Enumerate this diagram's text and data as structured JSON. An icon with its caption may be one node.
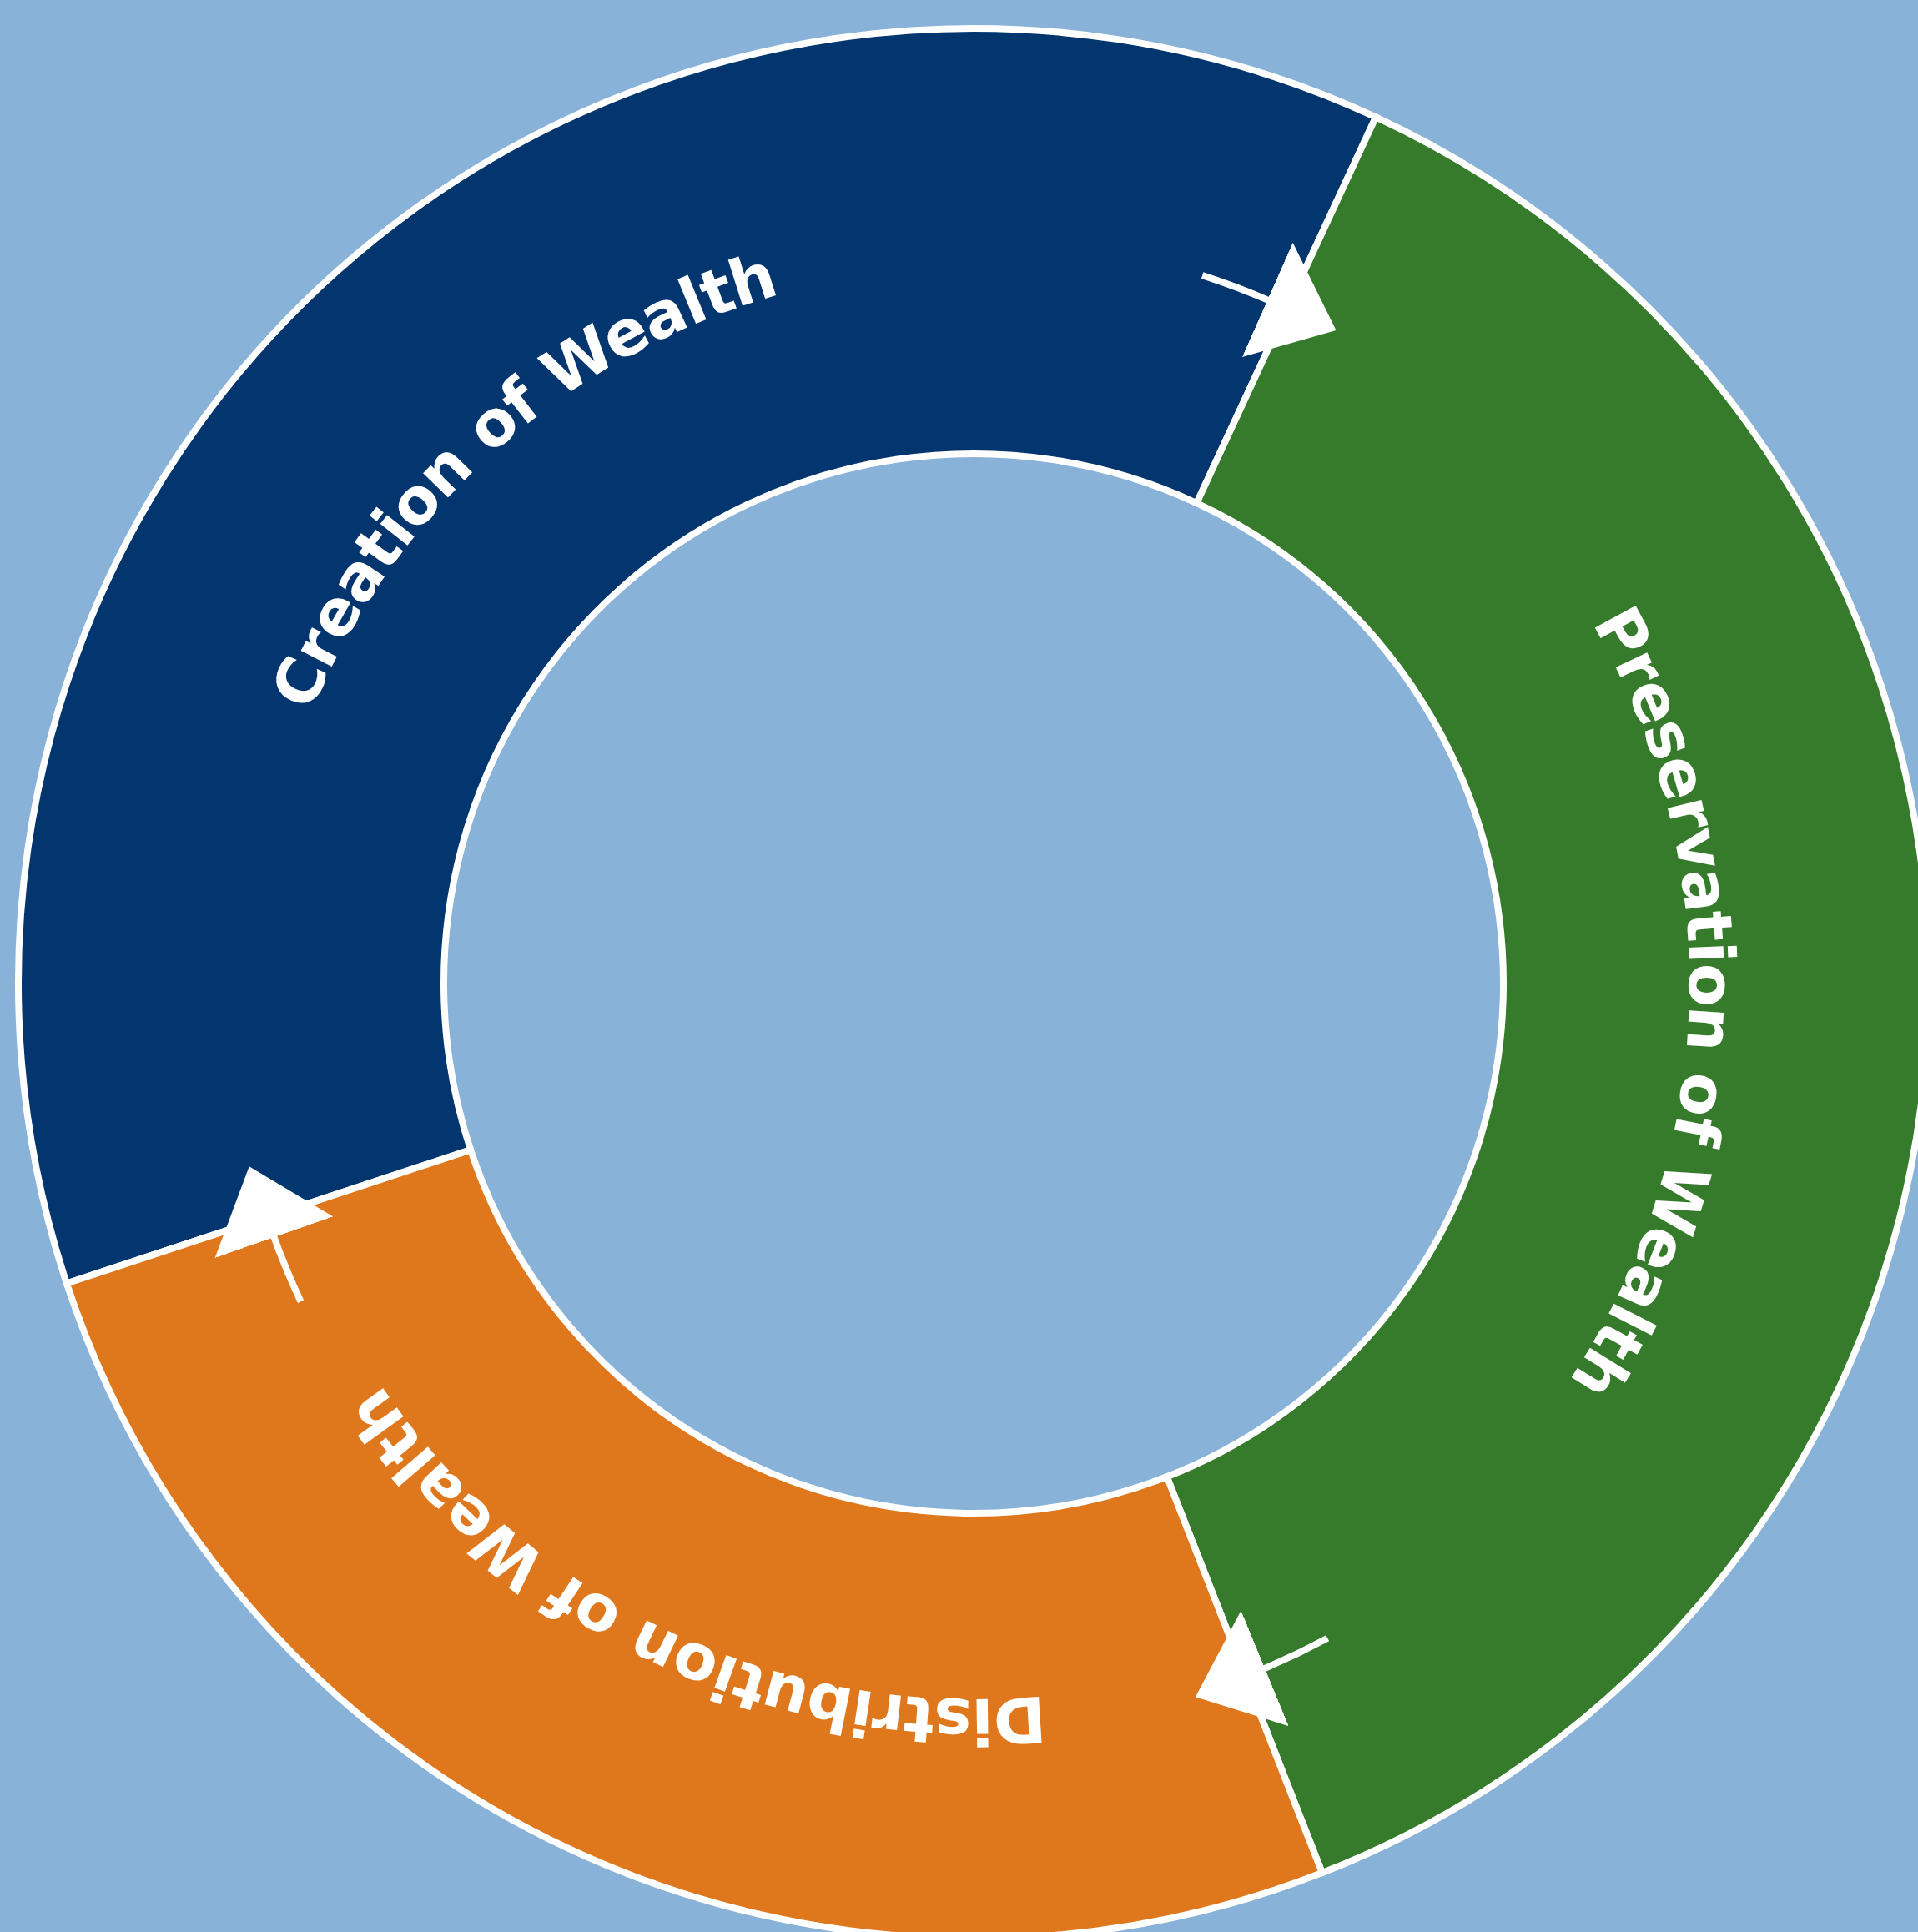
{
  "diagram": {
    "nodes": [
      {
        "text": [
          "Creation of Wealth"
        ]
      },
      {
        "text": [
          "Preservation of Wealth"
        ]
      },
      {
        "text": [
          "Distribution of Wealth"
        ]
      }
    ],
    "edges": [
      {
        "from": 0,
        "to": 1,
        "arrow": "to"
      },
      {
        "from": 1,
        "to": 2,
        "arrow": "to"
      },
      {
        "from": 2,
        "to": 0,
        "arrow": "to"
      }
    ]
  }
}
